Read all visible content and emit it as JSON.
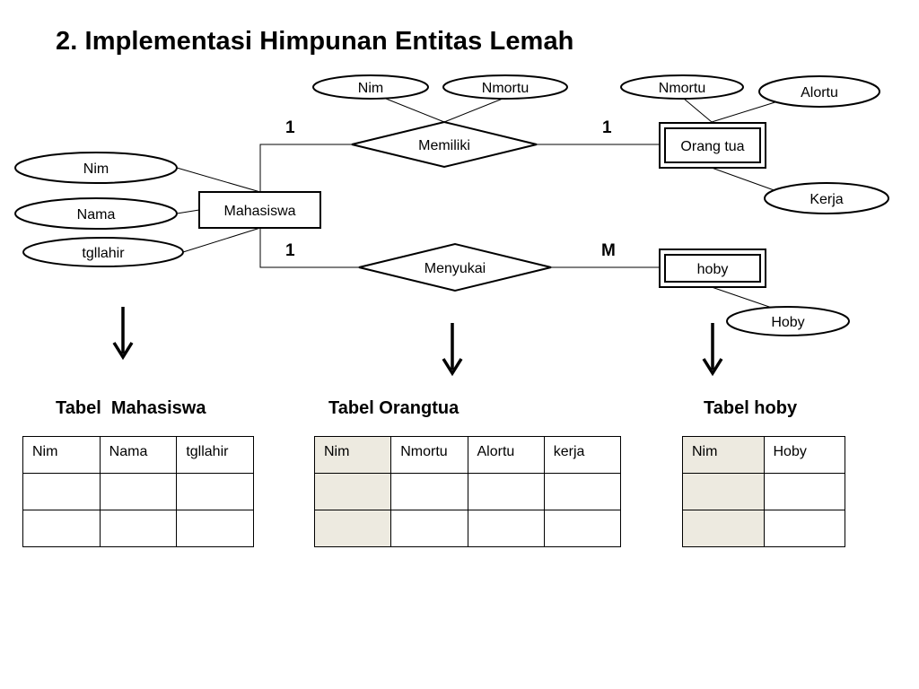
{
  "title": "2. Implementasi Himpunan Entitas Lemah",
  "diagram": {
    "entities": {
      "mahasiswa": "Mahasiswa",
      "orang_tua": "Orang tua",
      "hoby": "hoby"
    },
    "relationships": {
      "memiliki": "Memiliki",
      "menyukai": "Menyukai"
    },
    "attributes": {
      "mhs_nim": "Nim",
      "mhs_nama": "Nama",
      "mhs_tgllahir": "tgllahir",
      "rel_nim": "Nim",
      "rel_nmortu": "Nmortu",
      "ortu_nmortu": "Nmortu",
      "ortu_alortu": "Alortu",
      "ortu_kerja": "Kerja",
      "hoby_hoby": "Hoby"
    },
    "cardinality": {
      "memiliki_left": "1",
      "memiliki_right": "1",
      "menyukai_left": "1",
      "menyukai_right": "M"
    }
  },
  "tables": {
    "mahasiswa": {
      "title": "Tabel  Mahasiswa",
      "columns": [
        "Nim",
        "Nama",
        "tgllahir"
      ]
    },
    "orangtua": {
      "title": "Tabel Orangtua",
      "columns": [
        "Nim",
        "Nmortu",
        "Alortu",
        "kerja"
      ]
    },
    "hoby": {
      "title": "Tabel hoby",
      "columns": [
        "Nim",
        "Hoby"
      ]
    }
  },
  "colors": {
    "key_cell": "#edeae0",
    "line": "#000000"
  }
}
